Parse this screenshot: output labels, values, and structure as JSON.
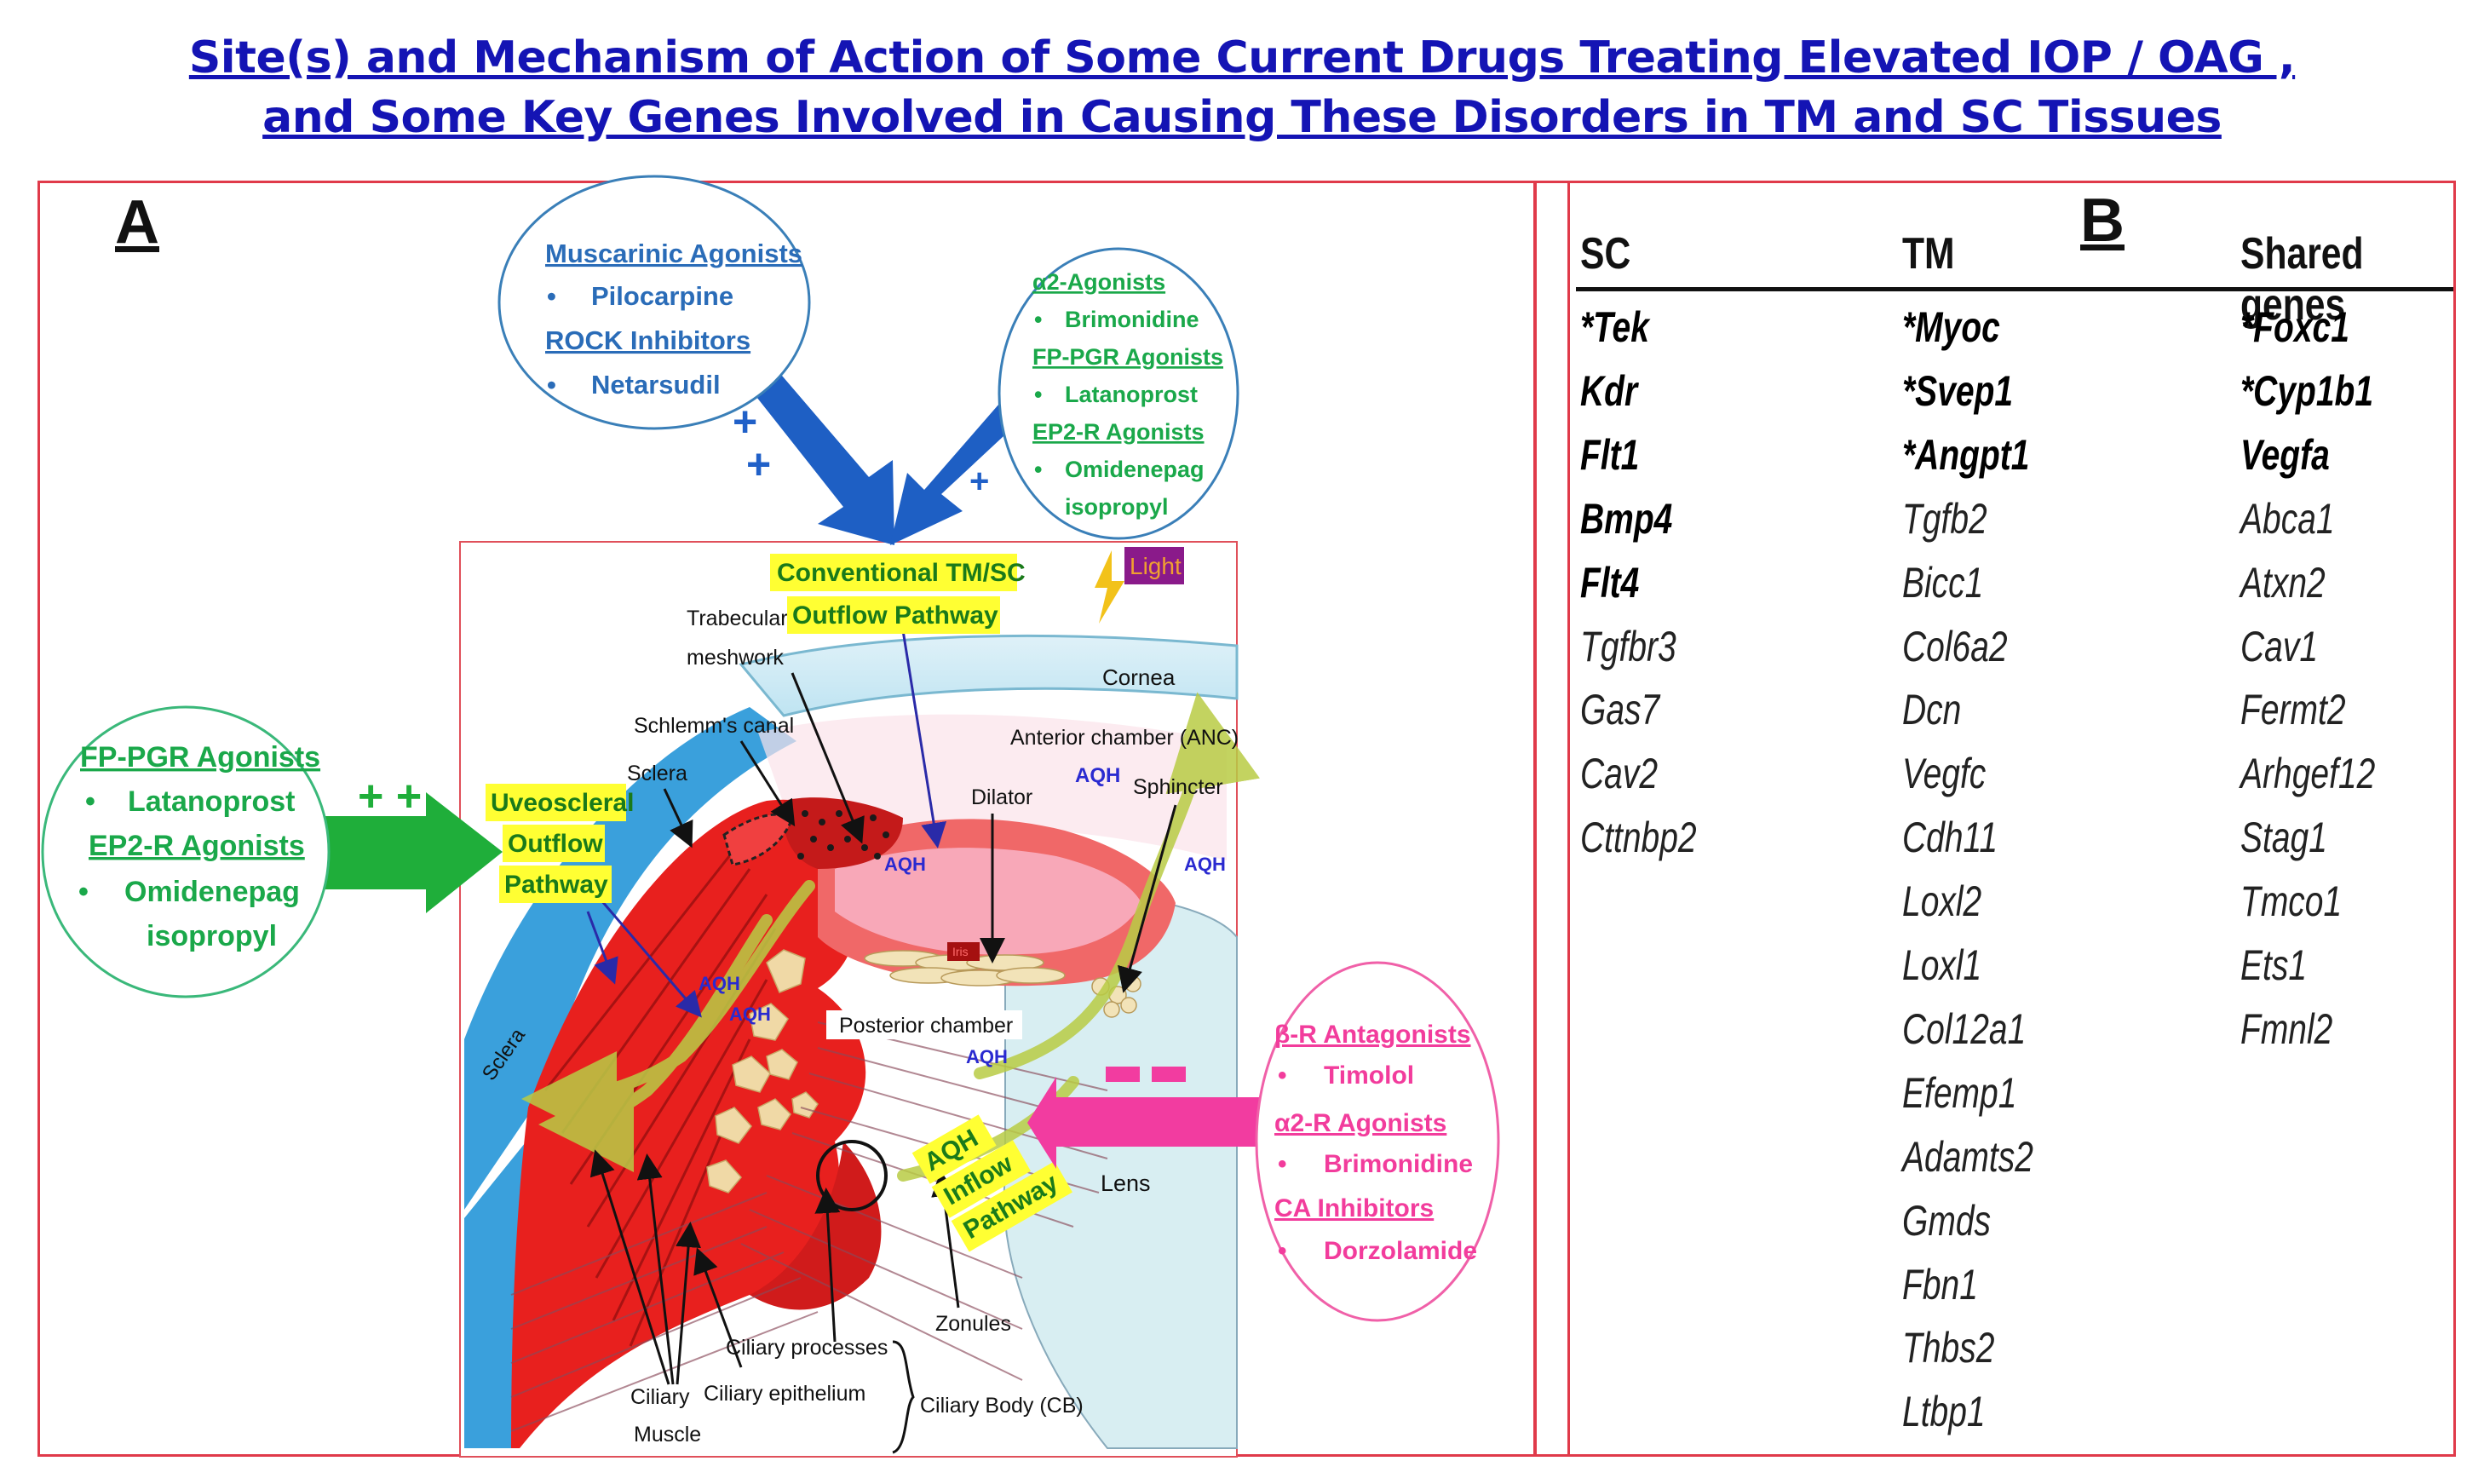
{
  "title": {
    "line1": "Site(s) and Mechanism of Action of Some Current Drugs Treating Elevated IOP / OAG ,",
    "line2": "and Some Key Genes Involved in Causing These Disorders in TM and SC Tissues"
  },
  "panelA": {
    "letter": "A",
    "muscarinic": {
      "h1": "Muscarinic Agonists",
      "i1": "Pilocarpine",
      "h2": "ROCK Inhibitors",
      "i2": "Netarsudil"
    },
    "alpha2": {
      "h1": "α2-Agonists",
      "i1": "Brimonidine",
      "h2": "FP-PGR Agonists",
      "i2": "Latanoprost",
      "h3": "EP2-R Agonists",
      "i3a": "Omidenepag",
      "i3b": "isopropyl"
    },
    "leftcircle": {
      "h1": "FP-PGR Agonists",
      "i1": "Latanoprost",
      "h2": "EP2-R Agonists",
      "i2a": "Omidenepag",
      "i2b": "isopropyl"
    },
    "rightcircle": {
      "h1": "β-R Antagonists",
      "i1": "Timolol",
      "h2": "α2-R Agonists",
      "i2": "Brimonidine",
      "h3": "CA Inhibitors",
      "i3": "Dorzolamide"
    },
    "signs": {
      "plus1": "+",
      "plus2": "+",
      "plus3": "+",
      "plusplus": "+ +",
      "bullet": "•"
    },
    "yellow": {
      "conv1": "Conventional TM/SC",
      "conv2": "Outflow Pathway",
      "uveo1": "Uveoscleral",
      "uveo2": "Outflow",
      "uveo3": "Pathway",
      "inflow1": "AQH",
      "inflow2": "Inflow",
      "inflow3": "Pathway"
    },
    "light": "Light",
    "labels": {
      "trab1": "Trabecular",
      "trab2": "meshwork",
      "schlemm": "Schlemm's canal",
      "sclera": "Sclera",
      "sclera2": "Sclera",
      "cornea": "Cornea",
      "anc": "Anterior chamber (ANC)",
      "aqh": "AQH",
      "dilator": "Dilator",
      "sphincter": "Sphincter",
      "iris": "Iris",
      "posterior": "Posterior chamber",
      "lens": "Lens",
      "zonules": "Zonules",
      "ciliaryprocesses": "Ciliary processes",
      "ciliaryepithelium": "Ciliary epithelium",
      "ciliary": "Ciliary",
      "muscle": "Muscle",
      "cb": "Ciliary Body (CB)"
    }
  },
  "panelB": {
    "letter": "B",
    "headers": {
      "sc": "SC",
      "tm": "TM",
      "shared": "Shared genes"
    },
    "sc": [
      {
        "name": "*Tek",
        "bold": true
      },
      {
        "name": "Kdr",
        "bold": true
      },
      {
        "name": "Flt1",
        "bold": true
      },
      {
        "name": "Bmp4",
        "bold": true
      },
      {
        "name": "Flt4",
        "bold": true
      },
      {
        "name": "Tgfbr3",
        "bold": false
      },
      {
        "name": "Gas7",
        "bold": false
      },
      {
        "name": "Cav2",
        "bold": false
      },
      {
        "name": "Cttnbp2",
        "bold": false
      }
    ],
    "tm": [
      {
        "name": "*Myoc",
        "bold": true
      },
      {
        "name": "*Svep1",
        "bold": true
      },
      {
        "name": "*Angpt1",
        "bold": true
      },
      {
        "name": "Tgfb2",
        "bold": false
      },
      {
        "name": "Bicc1",
        "bold": false
      },
      {
        "name": "Col6a2",
        "bold": false
      },
      {
        "name": "Dcn",
        "bold": false
      },
      {
        "name": "Vegfc",
        "bold": false
      },
      {
        "name": "Cdh11",
        "bold": false
      },
      {
        "name": "Loxl2",
        "bold": false
      },
      {
        "name": "Loxl1",
        "bold": false
      },
      {
        "name": "Col12a1",
        "bold": false
      },
      {
        "name": "Efemp1",
        "bold": false
      },
      {
        "name": "Adamts2",
        "bold": false
      },
      {
        "name": "Gmds",
        "bold": false
      },
      {
        "name": "Fbn1",
        "bold": false
      },
      {
        "name": "Thbs2",
        "bold": false
      },
      {
        "name": "Ltbp1",
        "bold": false
      }
    ],
    "shared": [
      {
        "name": "*Foxc1",
        "bold": true
      },
      {
        "name": "*Cyp1b1",
        "bold": true
      },
      {
        "name": "Vegfa",
        "bold": true
      },
      {
        "name": "Abca1",
        "bold": false
      },
      {
        "name": "Atxn2",
        "bold": false
      },
      {
        "name": "Cav1",
        "bold": false
      },
      {
        "name": "Fermt2",
        "bold": false
      },
      {
        "name": "Arhgef12",
        "bold": false
      },
      {
        "name": "Stag1",
        "bold": false
      },
      {
        "name": "Tmco1",
        "bold": false
      },
      {
        "name": "Ets1",
        "bold": false
      },
      {
        "name": "Fmnl2",
        "bold": false
      }
    ]
  },
  "colors": {
    "title": "#1414b4",
    "frame": "#e03a4a",
    "blueArrow": "#1e5fc4",
    "greenArrow": "#1fae3a",
    "pinkArrow": "#f23ca0",
    "yellow": "#ffff33",
    "tissueRed": "#e8201e",
    "sclera": "#3aa0dc"
  }
}
